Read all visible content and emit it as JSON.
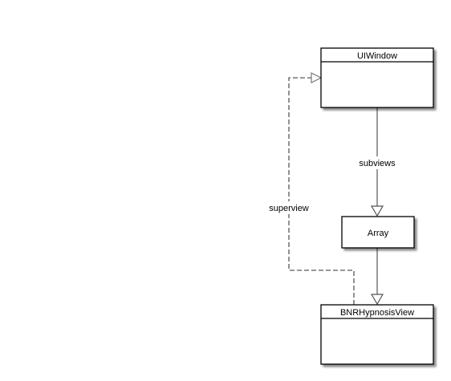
{
  "nodes": {
    "uiwindow": {
      "title": "UIWindow"
    },
    "array": {
      "label": "Array"
    },
    "bnrview": {
      "title": "BNRHypnosisView"
    }
  },
  "edges": {
    "subviews": {
      "label": "subviews"
    },
    "superview": {
      "label": "superview"
    }
  },
  "colors": {
    "stroke": "#000000",
    "connector": "#555555",
    "dashed": "#777777",
    "shadow": "#9a9a9a",
    "fill": "#ffffff"
  }
}
